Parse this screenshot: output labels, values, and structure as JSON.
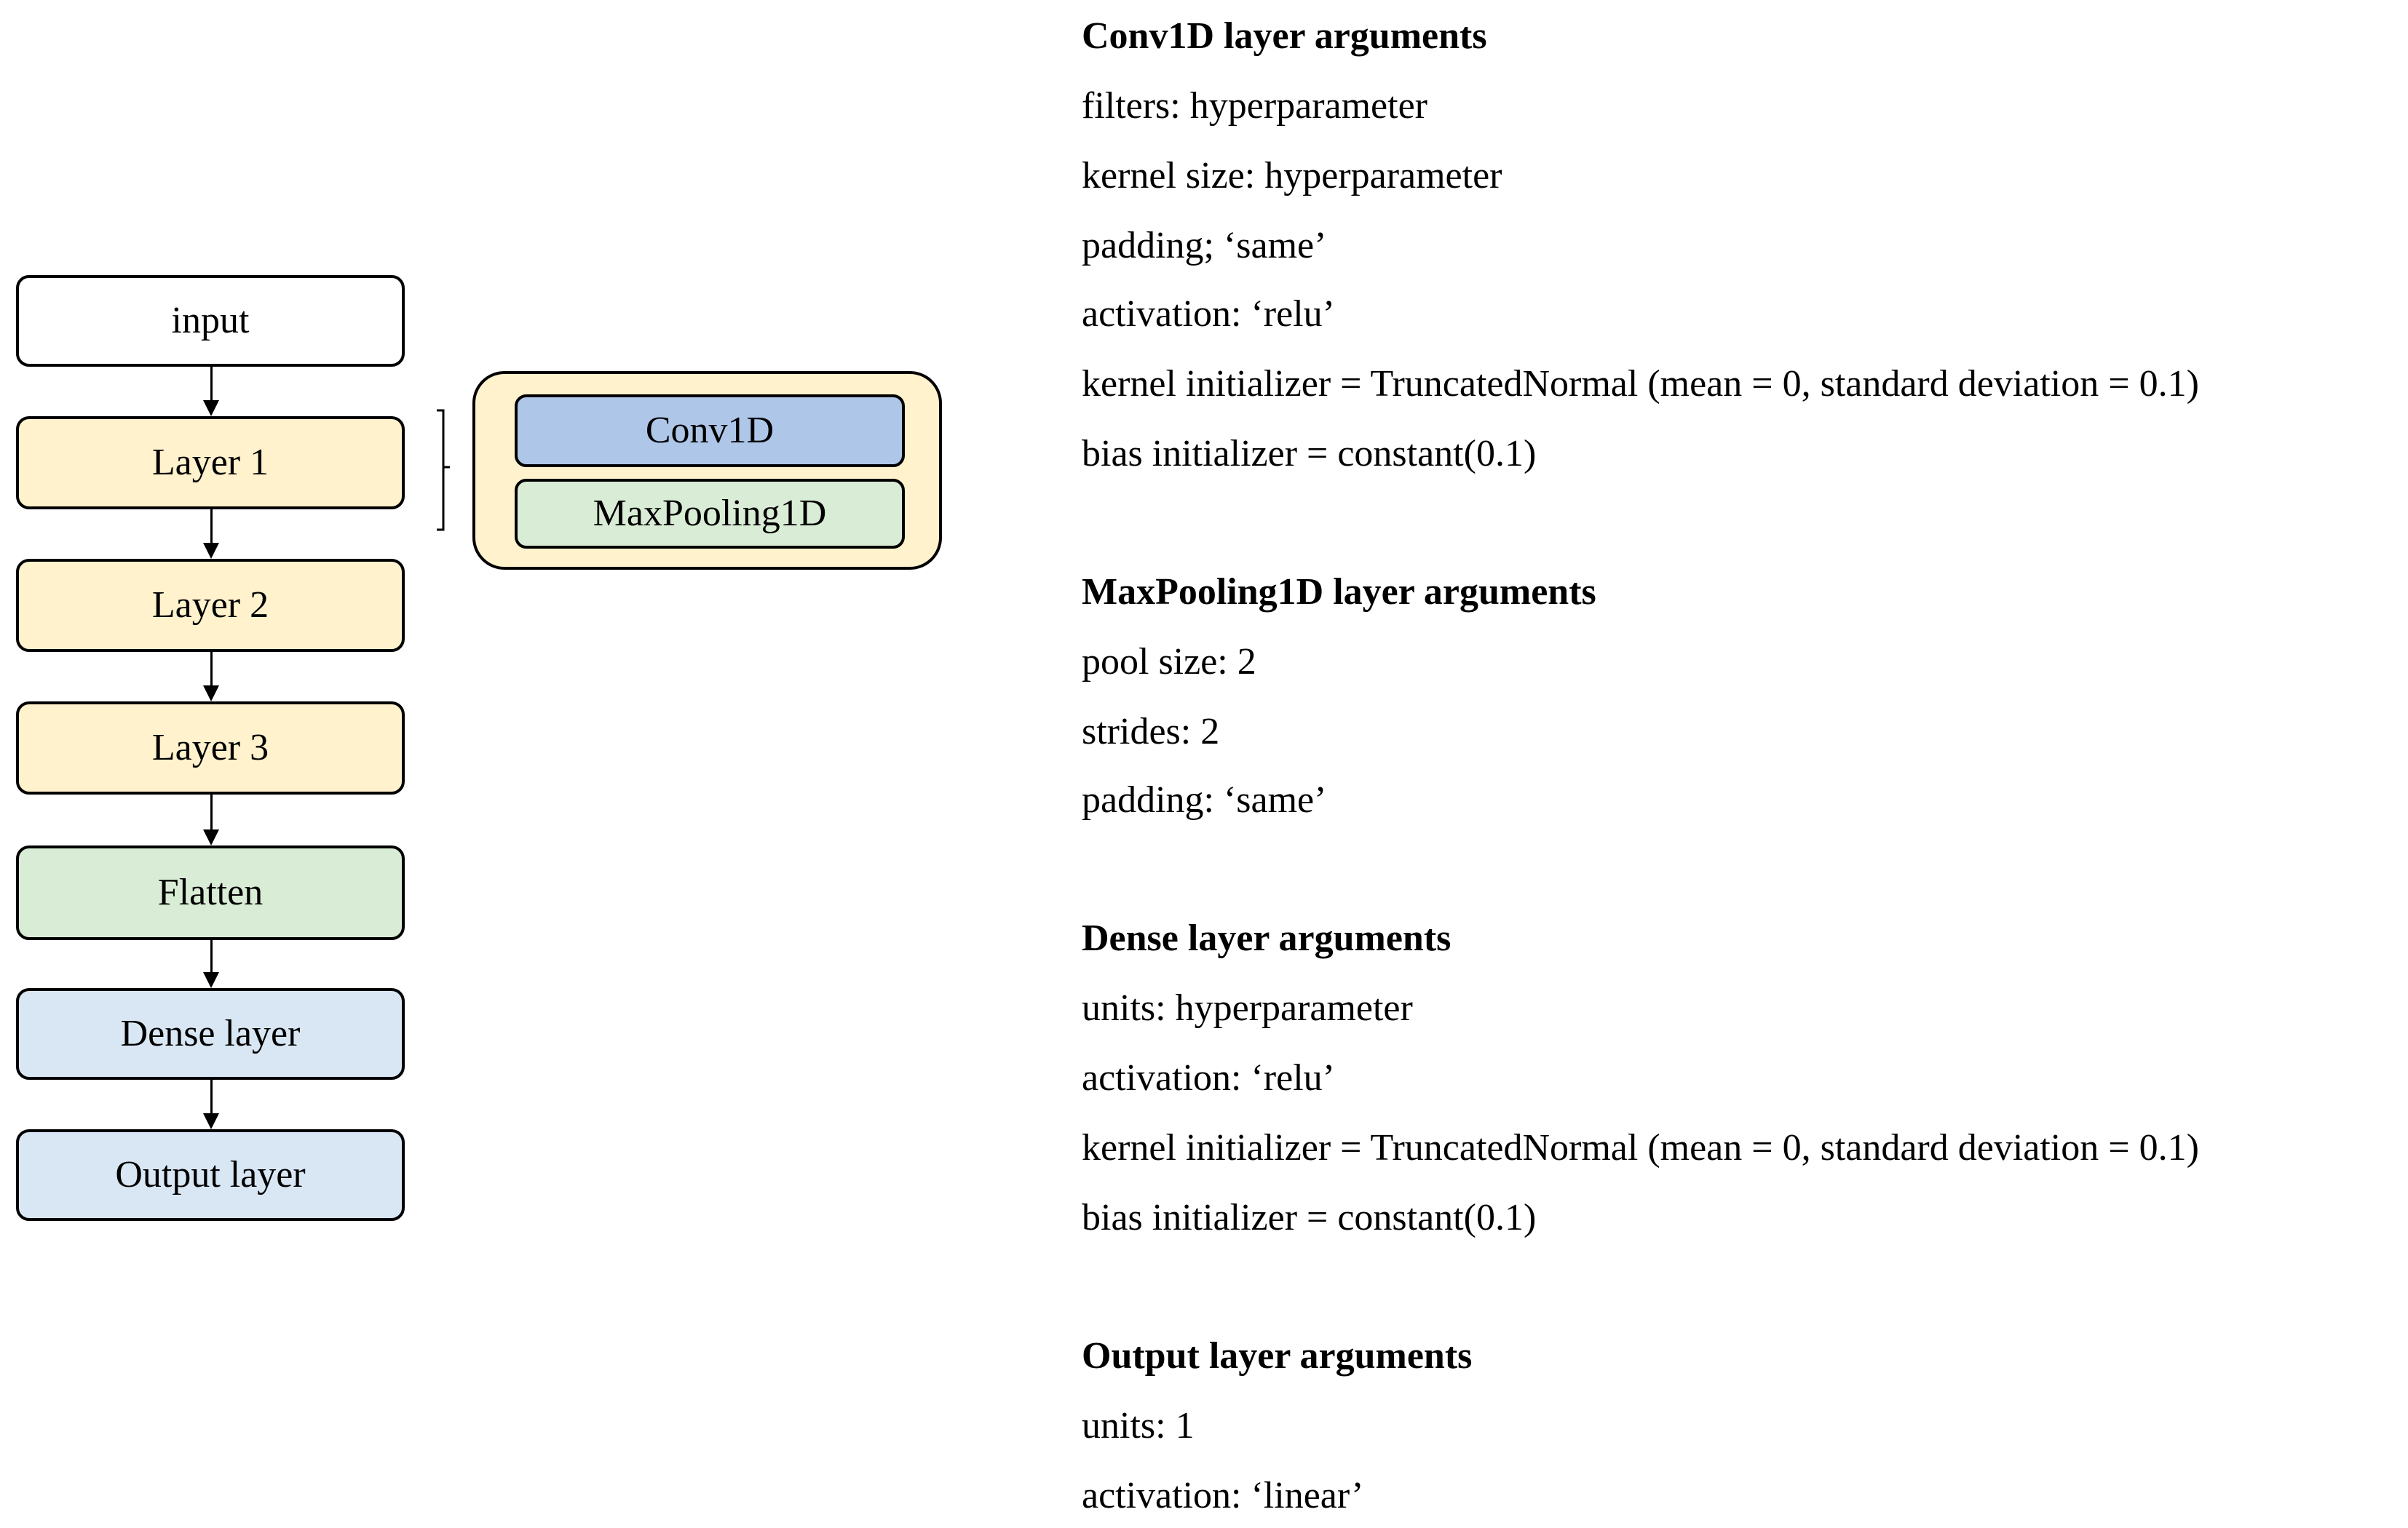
{
  "colors": {
    "white": "#ffffff",
    "layer_yellow": "#fff2cc",
    "conv_blue": "#aec6e8",
    "green": "#d9ecd5",
    "light_blue": "#d9e7f5",
    "stroke": "#000000"
  },
  "pipeline": {
    "boxes": [
      {
        "id": "input",
        "label": "input",
        "color": "white"
      },
      {
        "id": "layer-1",
        "label": "Layer 1",
        "color": "layer_yellow"
      },
      {
        "id": "layer-2",
        "label": "Layer 2",
        "color": "layer_yellow"
      },
      {
        "id": "layer-3",
        "label": "Layer 3",
        "color": "layer_yellow"
      },
      {
        "id": "flatten",
        "label": "Flatten",
        "color": "green"
      },
      {
        "id": "dense-layer",
        "label": "Dense layer",
        "color": "light_blue"
      },
      {
        "id": "output-layer",
        "label": "Output layer",
        "color": "light_blue"
      }
    ]
  },
  "layer_detail": {
    "group_color": "layer_yellow",
    "conv1d": {
      "label": "Conv1D",
      "color": "conv_blue"
    },
    "maxpooling1d": {
      "label": "MaxPooling1D",
      "color": "green"
    }
  },
  "arguments": {
    "conv1d": {
      "heading": "Conv1D layer arguments",
      "lines": [
        "filters: hyperparameter",
        "kernel size: hyperparameter",
        "padding; ‘same’",
        "activation: ‘relu’",
        "kernel initializer = TruncatedNormal (mean = 0, standard deviation = 0.1)",
        "bias initializer = constant(0.1)"
      ]
    },
    "maxpooling1d": {
      "heading": "MaxPooling1D layer arguments",
      "lines": [
        "pool size: 2",
        "strides: 2",
        "padding: ‘same’"
      ]
    },
    "dense": {
      "heading": "Dense layer arguments",
      "lines": [
        "units: hyperparameter",
        "activation: ‘relu’",
        "kernel initializer = TruncatedNormal (mean = 0, standard deviation = 0.1)",
        "bias initializer = constant(0.1)"
      ]
    },
    "output": {
      "heading": "Output layer arguments",
      "lines": [
        "units: 1",
        "activation: ‘linear’"
      ]
    }
  }
}
